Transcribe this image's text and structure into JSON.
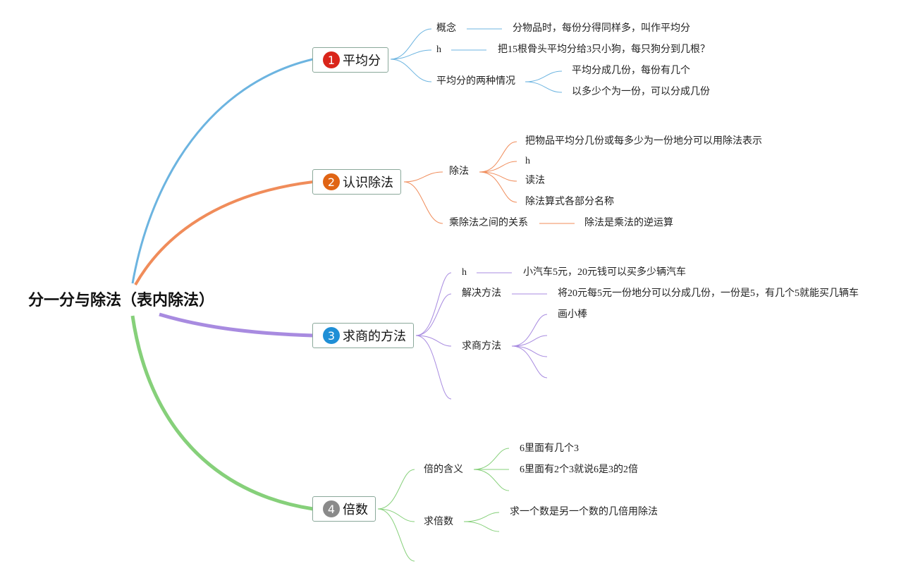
{
  "root": "分一分与除法（表内除法）",
  "colors": {
    "b1": "#6cb4e0",
    "b2": "#f08c5a",
    "b3": "#a88be0",
    "b4": "#86d07a",
    "badge1": "#d9251a",
    "badge2": "#e06414",
    "badge3": "#1f8fd6",
    "badge4": "#8a8a8a"
  },
  "b1": {
    "num": "1",
    "title": "平均分",
    "n1": "概念",
    "n1a": "分物品时，每份分得同样多，叫作平均分",
    "n2": "h",
    "n2a": "把15根骨头平均分给3只小狗，每只狗分到几根？",
    "n3": "平均分的两种情况",
    "n3a": "平均分成几份，每份有几个",
    "n3b": "以多少个为一份，可以分成几份"
  },
  "b2": {
    "num": "2",
    "title": "认识除法",
    "n1": "除法",
    "n1a": "把物品平均分几份或每多少为一份地分可以用除法表示",
    "n1b": "h",
    "n1c": "读法",
    "n1d": "除法算式各部分名称",
    "n2": "乘除法之间的关系",
    "n2a": "除法是乘法的逆运算"
  },
  "b3": {
    "num": "3",
    "title": "求商的方法",
    "n1": "h",
    "n1a": "小汽车5元，20元钱可以买多少辆汽车",
    "n2": "解决方法",
    "n2a": "将20元每5元一份地分可以分成几份，一份是5，有几个5就能买几辆车",
    "n3": "求商方法",
    "n3a": "画小棒"
  },
  "b4": {
    "num": "4",
    "title": "倍数",
    "n1": "倍的含义",
    "n1a": "6里面有几个3",
    "n1b": "6里面有2个3就说6是3的2倍",
    "n2": "求倍数",
    "n2a": "求一个数是另一个数的几倍用除法"
  }
}
